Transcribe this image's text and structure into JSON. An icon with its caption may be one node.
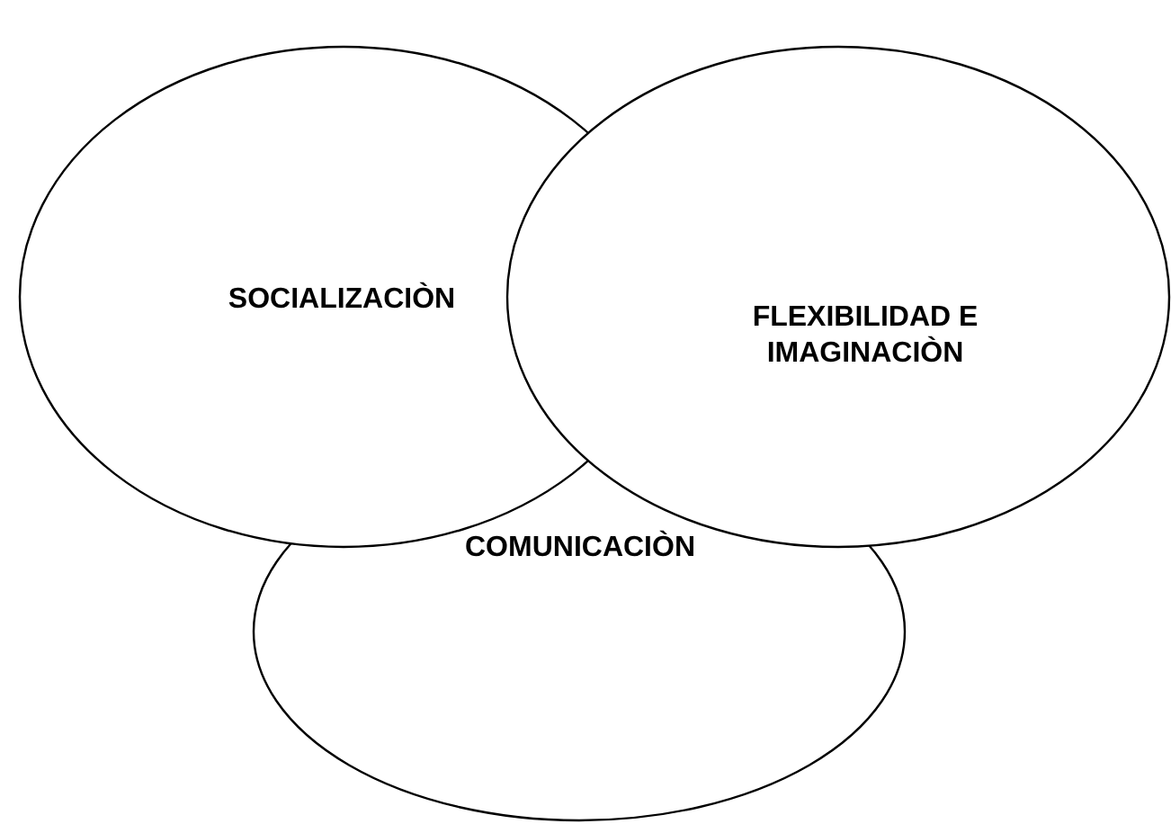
{
  "diagram": {
    "nodes": [
      {
        "text": [
          "SOCIALIZACIÒN"
        ]
      },
      {
        "text": [
          "FLEXIBILIDAD E IMAGINACIÒN"
        ]
      },
      {
        "text": [
          "COMUNICACIÒN"
        ]
      }
    ]
  }
}
